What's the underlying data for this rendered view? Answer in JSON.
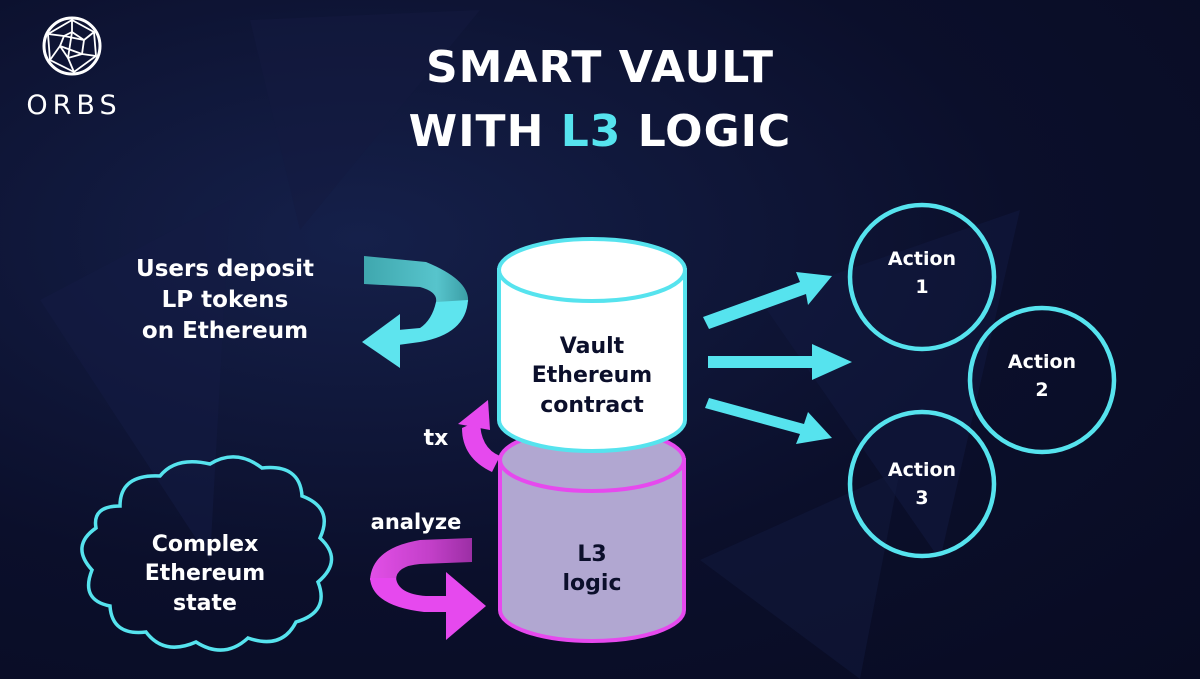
{
  "brand": {
    "name": "ORBS"
  },
  "title": {
    "line1": "SMART VAULT",
    "line2_pre": "WITH ",
    "line2_accent": "L3",
    "line2_post": " LOGIC"
  },
  "deposit_label": {
    "line1": "Users deposit",
    "line2": "LP tokens",
    "line3": "on Ethereum"
  },
  "vault": {
    "line1": "Vault",
    "line2": "Ethereum",
    "line3": "contract"
  },
  "l3": {
    "line1": "L3",
    "line2": "logic"
  },
  "tx_label": "tx",
  "analyze_label": "analyze",
  "state_cloud": {
    "line1": "Complex",
    "line2": "Ethereum",
    "line3": "state"
  },
  "actions": [
    {
      "line1": "Action",
      "line2": "1"
    },
    {
      "line1": "Action",
      "line2": "2"
    },
    {
      "line1": "Action",
      "line2": "3"
    }
  ],
  "colors": {
    "background": "#0b0f2b",
    "cyan": "#56e3ee",
    "magenta": "#e649ee",
    "l3_fill": "#b1a7d1",
    "vault_fill": "#ffffff"
  }
}
